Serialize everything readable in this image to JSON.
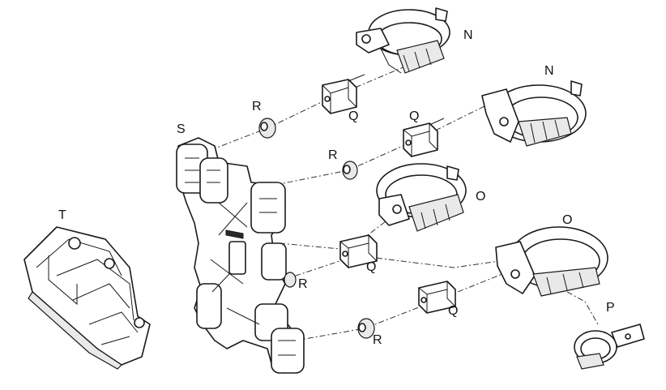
{
  "labels": {
    "N1": "N",
    "N2": "N",
    "R1": "R",
    "Q1": "Q",
    "S": "S",
    "Q2": "Q",
    "R2": "R",
    "T": "T",
    "O1": "O",
    "O2": "O",
    "Q3": "Q",
    "R3": "R",
    "Q4": "Q",
    "P": "P",
    "R4": "R"
  },
  "colors": {
    "line": "#1a1a1a",
    "background": "#ffffff"
  }
}
